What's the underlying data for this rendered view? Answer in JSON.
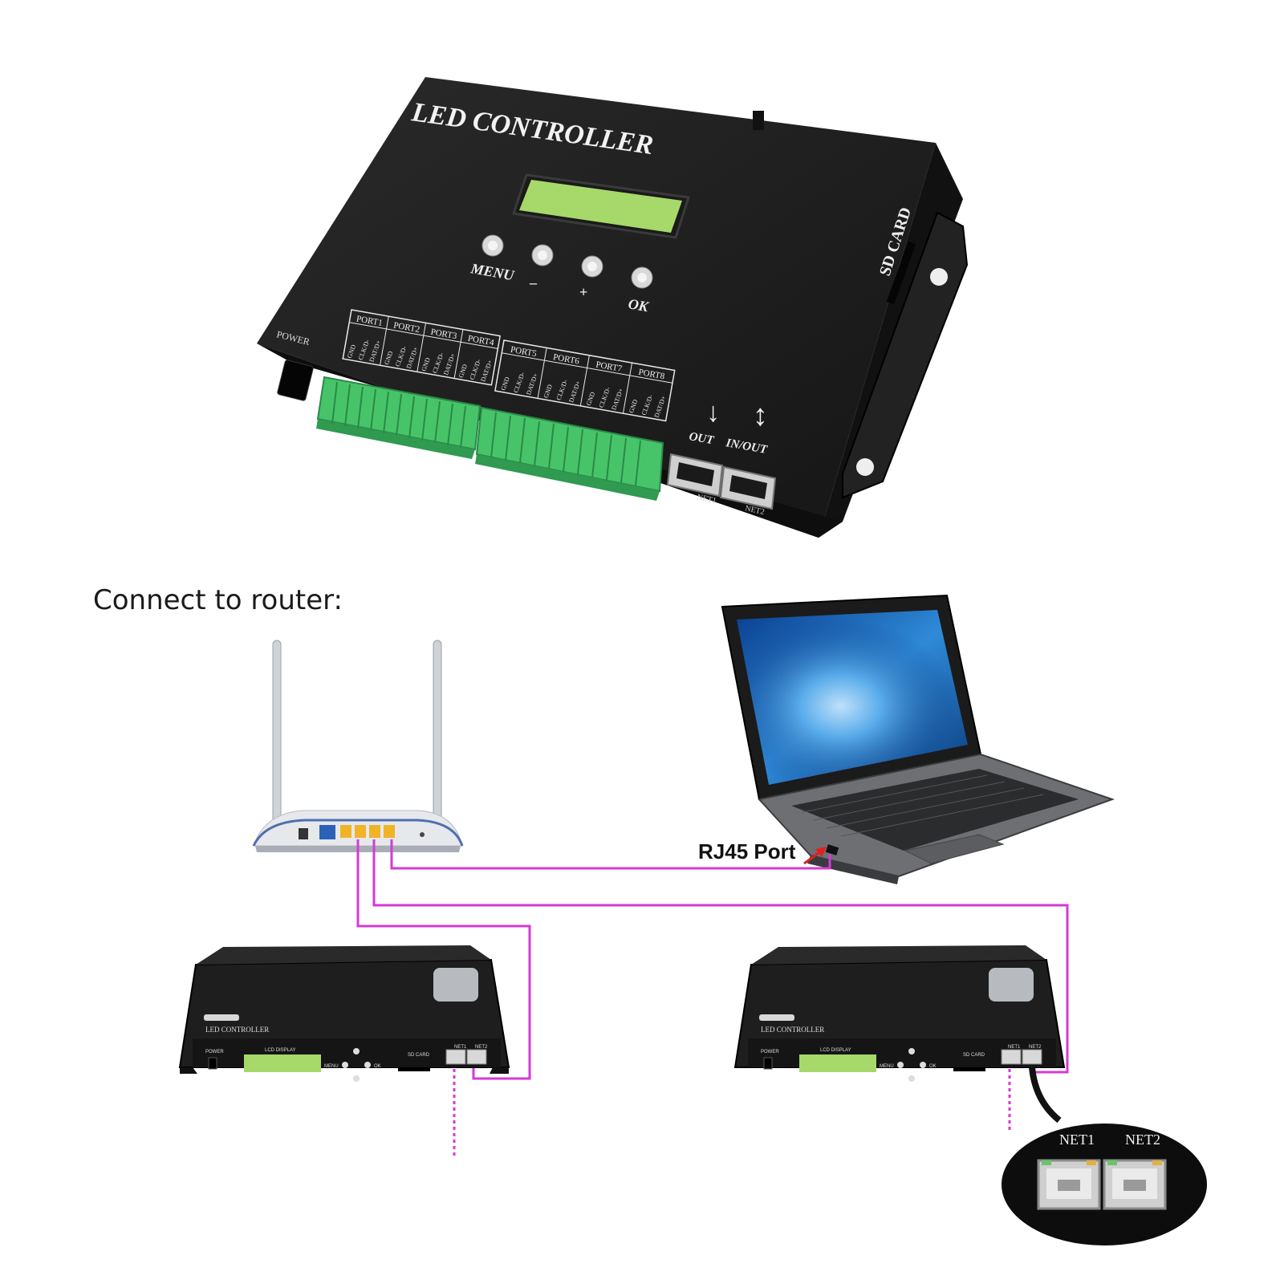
{
  "controller": {
    "title": "LED CONTROLLER",
    "side_label": "SD CARD",
    "power_label": "POWER",
    "buttons": [
      "MENU",
      "–",
      "+",
      "OK"
    ],
    "port_groups": [
      [
        "PORT1",
        "PORT2",
        "PORT3",
        "PORT4"
      ],
      [
        "PORT5",
        "PORT6",
        "PORT7",
        "PORT8"
      ]
    ],
    "pin_labels": [
      "GND",
      "CLK/D-",
      "DAT/D+"
    ],
    "net_arrows": [
      "OUT",
      "IN/OUT"
    ],
    "net_ports": [
      "NET1",
      "NET2"
    ]
  },
  "diagram": {
    "caption": "Connect to router:",
    "rj45_label": "RJ45 Port",
    "small_controller_title": "LED CONTROLLER",
    "small_labels": [
      "POWER",
      "LCD DISPLAY",
      "MENU",
      "OK",
      "SD CARD",
      "NET1",
      "NET2"
    ],
    "zoom_ports": [
      "NET1",
      "NET2"
    ]
  },
  "colors": {
    "cable": "#d63ad6",
    "device_body": "#1e1e1e",
    "lcd": "#a7d86a",
    "terminal": "#47c46a"
  }
}
